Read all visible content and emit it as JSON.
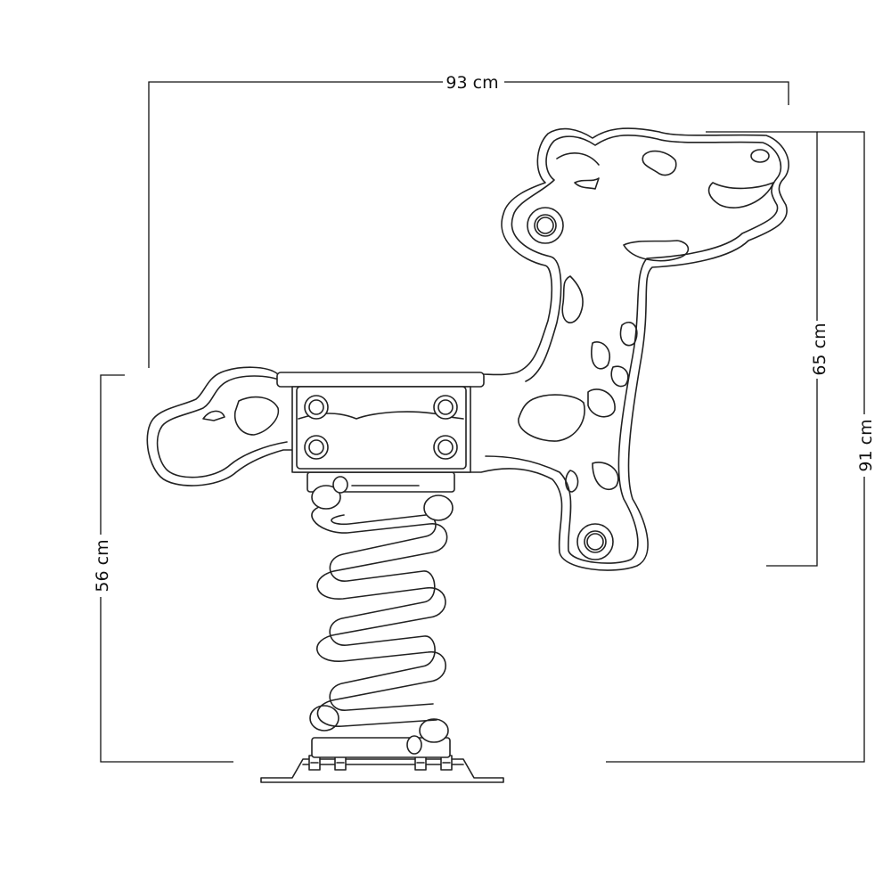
{
  "dimensions": {
    "width": "93 cm",
    "seat_height": "56 cm",
    "figure_height": "65 cm",
    "total_height": "91 cm"
  },
  "colors": {
    "line": "#111111",
    "background": "#ffffff"
  }
}
